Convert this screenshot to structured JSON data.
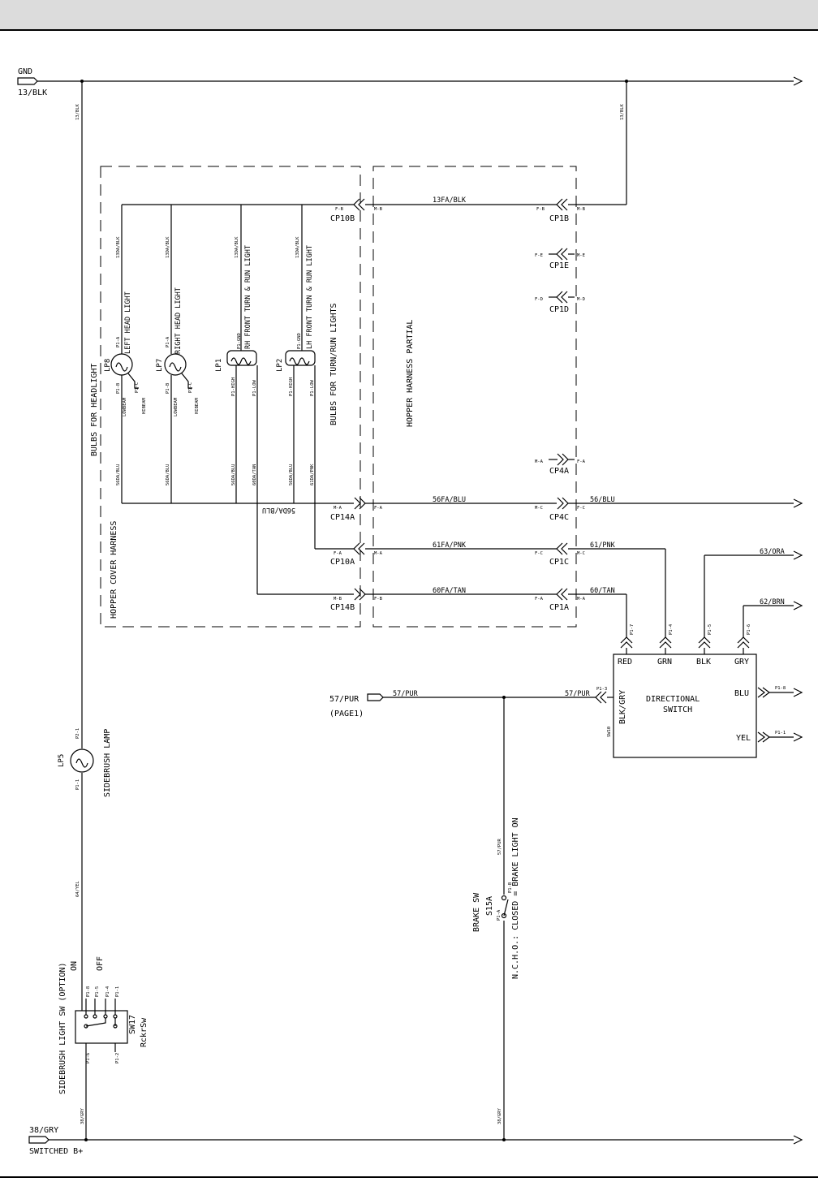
{
  "rails": {
    "gnd_label": "GND",
    "gnd_wire": "13/BLK",
    "b_plus_wire": "38/GRY",
    "b_plus_label": "SWITCHED B+",
    "vert_13blk": "13/BLK"
  },
  "boxes": {
    "hopper_cover": "HOPPER COVER HARNESS",
    "hopper_partial": "HOPPER HARNESS PARTIAL",
    "bulbs_headlight": "BULBS FOR HEADLIGHT",
    "bulbs_turn": "BULBS FOR TURN/RUN LIGHTS"
  },
  "lamps": {
    "lp8": {
      "id": "LP8",
      "name": "LEFT HEAD LIGHT",
      "pin_a": "P1-A",
      "pin_b": "P1-B",
      "pin_c": "P1-C",
      "lowbeam": "LOWBEAM",
      "hibeam": "HIBEAM",
      "gnd_wire": "13DA/BLK",
      "feed_wire": "56DA/BLU"
    },
    "lp7": {
      "id": "LP7",
      "name": "RIGHT HEAD LIGHT",
      "pin_a": "P1-A",
      "pin_b": "P1-B",
      "pin_c": "P1-C",
      "lowbeam": "LOWBEAM",
      "hibeam": "HIBEAM",
      "gnd_wire": "13DA/BLK",
      "feed_wire": "56DA/BLU"
    },
    "lp1": {
      "id": "LP1",
      "name": "RH FRONT TURN & RUN LIGHT",
      "pin_gnd": "P1-GND",
      "pin_high": "P1-HIGH",
      "pin_low": "P1-LOW",
      "gnd_wire": "13DA/BLK",
      "wire_a": "56DA/BLU",
      "wire_b": "60DA/TAN"
    },
    "lp2": {
      "id": "LP2",
      "name": "LH FRONT TURN & RUN LIGHT",
      "pin_gnd": "P1-GND",
      "pin_high": "P1-HIGH",
      "pin_low": "P1-LOW",
      "gnd_wire": "13DA/BLK",
      "wire_a": "56DA/BLU",
      "wire_b": "61DA/PNK"
    },
    "lp5": {
      "id": "LP5",
      "name": "SIDEBRUSH LAMP",
      "pin_1": "P1-1",
      "pin_2": "P2-1"
    }
  },
  "bottom_wire_label": "56DA/BLU",
  "connectors": {
    "cp10b": {
      "id": "CP10B",
      "l": "F-B",
      "r": "M-B"
    },
    "cp1b": {
      "id": "CP1B",
      "l": "F-B",
      "r": "M-B"
    },
    "cp1e": {
      "id": "CP1E",
      "l": "F-E",
      "r": "M-E"
    },
    "cp1d": {
      "id": "CP1D",
      "l": "F-D",
      "r": "M-D"
    },
    "cp4a": {
      "id": "CP4A",
      "l": "M-A",
      "r": "F-A"
    },
    "cp14a": {
      "id": "CP14A",
      "l": "M-A",
      "r": "F-A"
    },
    "cp4c": {
      "id": "CP4C",
      "l": "M-C",
      "r": "F-C"
    },
    "cp10a": {
      "id": "CP10A",
      "l": "F-A",
      "r": "M-A"
    },
    "cp1c": {
      "id": "CP1C",
      "l": "F-C",
      "r": "M-C"
    },
    "cp14b": {
      "id": "CP14B",
      "l": "M-B",
      "r": "F-B"
    },
    "cp1a": {
      "id": "CP1A",
      "l": "F-A",
      "r": "M-A"
    }
  },
  "wires": {
    "w13fa": "13FA/BLK",
    "w56fa": "56FA/BLU",
    "w56": "56/BLU",
    "w61fa": "61FA/PNK",
    "w61": "61/PNK",
    "w60fa": "60FA/TAN",
    "w60": "60/TAN",
    "w63": "63/ORA",
    "w62": "62/BRN",
    "w57": "57/PUR",
    "w57b": "57/PUR",
    "w57v": "57/PUR",
    "w64": "64/YEL",
    "w38v1": "38/GRY",
    "w38v2": "38/GRY"
  },
  "directional_switch": {
    "id": "SW10",
    "title1": "DIRECTIONAL",
    "title2": "SWITCH",
    "red": "RED",
    "grn": "GRN",
    "blk": "BLK",
    "gry": "GRY",
    "blu": "BLU",
    "yel": "YEL",
    "blkgry": "BLK/GRY",
    "p17": "P1-7",
    "p14": "P1-4",
    "p15": "P1-5",
    "p16": "P1-6",
    "p13": "P1-3",
    "p18": "P1-8",
    "p11": "P1-1"
  },
  "page_ref": {
    "wire": "57/PUR",
    "page": "(PAGE1)"
  },
  "brake_switch": {
    "name": "BRAKE SW",
    "id": "S15A",
    "note": "N.C.H.O.: CLOSED = BRAKE LIGHT ON",
    "pin_a": "P1-B",
    "pin_b": "P1-A"
  },
  "sidebrush_switch": {
    "name": "SIDEBRUSH LIGHT SW (OPTION)",
    "id": "SW17",
    "type": "RckrSw",
    "on": "ON",
    "off": "OFF",
    "p1": "P1-1",
    "p2": "P1-2",
    "p4": "P1-4",
    "p5": "P1-5",
    "p6": "P1-6",
    "p8": "P1-8"
  }
}
